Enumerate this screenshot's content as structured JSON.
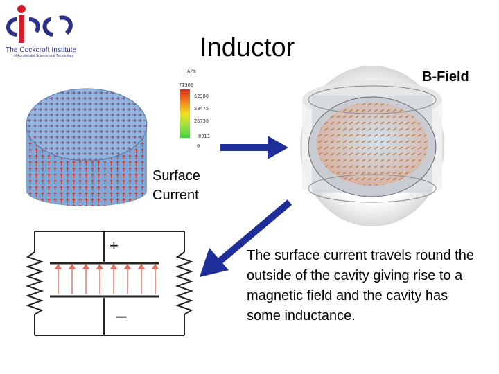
{
  "logo": {
    "name": "The Cockcroft Institute",
    "subtitle": "of Accelerator Science and Technology",
    "colors": {
      "red": "#d21e2c",
      "blue": "#2a2f8a"
    }
  },
  "slide": {
    "title": "Inductor",
    "b_field_label": "B-Field",
    "surface_current_label_line1": "Surface",
    "surface_current_label_line2": "Current",
    "description": "The surface current travels round the outside of the cavity giving rise to a magnetic field and the cavity has some inductance."
  },
  "legend": {
    "unit": "A/m",
    "ticks": [
      "71300",
      "62388",
      "53475",
      "26738",
      "8913",
      "0"
    ],
    "colors": [
      "#e03020",
      "#f08020",
      "#f0e020",
      "#a0e040",
      "#40d040"
    ]
  },
  "circuit": {
    "plus": "+",
    "minus": "–"
  },
  "colors": {
    "arrow": "#1f2f9a",
    "cylinder": "#7fa8d8",
    "field_arrows": "#d23b2a"
  }
}
